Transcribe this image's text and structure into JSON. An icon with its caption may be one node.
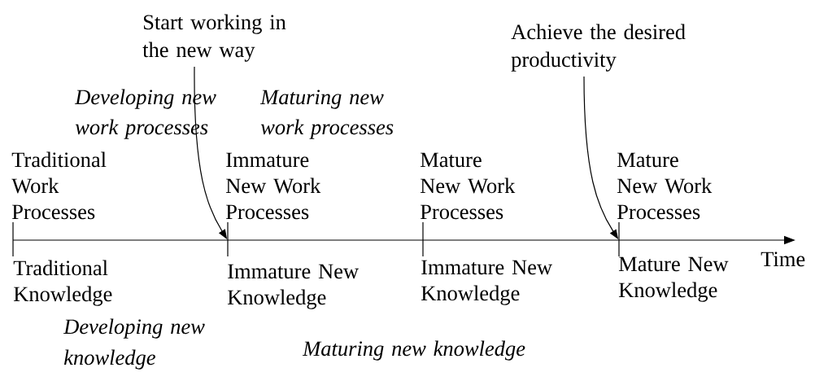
{
  "diagram": {
    "nodes": [
      {
        "text": [
          "Start working in the new way"
        ]
      },
      {
        "text": [
          "Achieve the desired productivity"
        ]
      },
      {
        "text": [],
        "shape": "bar"
      },
      {
        "text": [],
        "shape": "bar"
      },
      {
        "text": [],
        "shape": "bar"
      },
      {
        "text": [],
        "shape": "bar"
      }
    ],
    "edges": [
      {
        "from": 0,
        "to": 3,
        "arrow": "to"
      },
      {
        "from": 1,
        "to": 5,
        "arrow": "to"
      }
    ],
    "labels": [
      "Developing new work processes",
      "Maturing new work processes",
      "Traditional Work Processes",
      "Immature New Work Processes",
      "Mature New Work Processes",
      "Mature New Work Processes",
      "Time",
      "Traditional Knowledge",
      "Immature New Knowledge",
      "Immature New Knowledge",
      "Mature New Knowledge",
      "Developing new knowledge",
      "Maturing new knowledge"
    ]
  }
}
